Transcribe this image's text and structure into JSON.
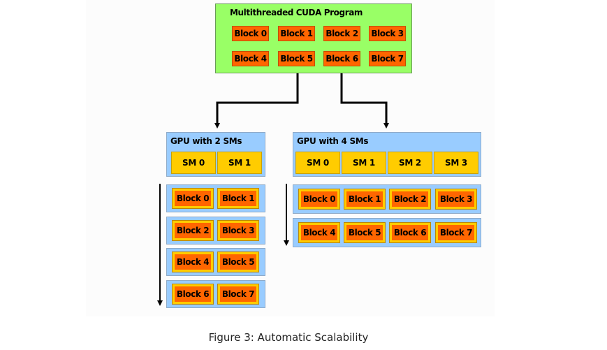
{
  "program": {
    "title": "Multithreaded CUDA Program",
    "blocks": [
      "Block 0",
      "Block 1",
      "Block 2",
      "Block 3",
      "Block 4",
      "Block 5",
      "Block 6",
      "Block 7"
    ]
  },
  "gpu2": {
    "title": "GPU with 2 SMs",
    "sms": [
      "SM 0",
      "SM 1"
    ],
    "blocks": [
      "Block 0",
      "Block 1",
      "Block 2",
      "Block 3",
      "Block 4",
      "Block 5",
      "Block 6",
      "Block 7"
    ]
  },
  "gpu4": {
    "title": "GPU with 4 SMs",
    "sms": [
      "SM 0",
      "SM 1",
      "SM 2",
      "SM 3"
    ],
    "blocks": [
      "Block 0",
      "Block 1",
      "Block 2",
      "Block 3",
      "Block 4",
      "Block 5",
      "Block 6",
      "Block 7"
    ]
  },
  "caption": "Figure 3: Automatic Scalability",
  "colors": {
    "program_bg": "#99ff66",
    "gpu_bg": "#99ccff",
    "block_fill": "#ff6600",
    "block_border": "#ffcc00",
    "sm_fill": "#ffcc00"
  }
}
